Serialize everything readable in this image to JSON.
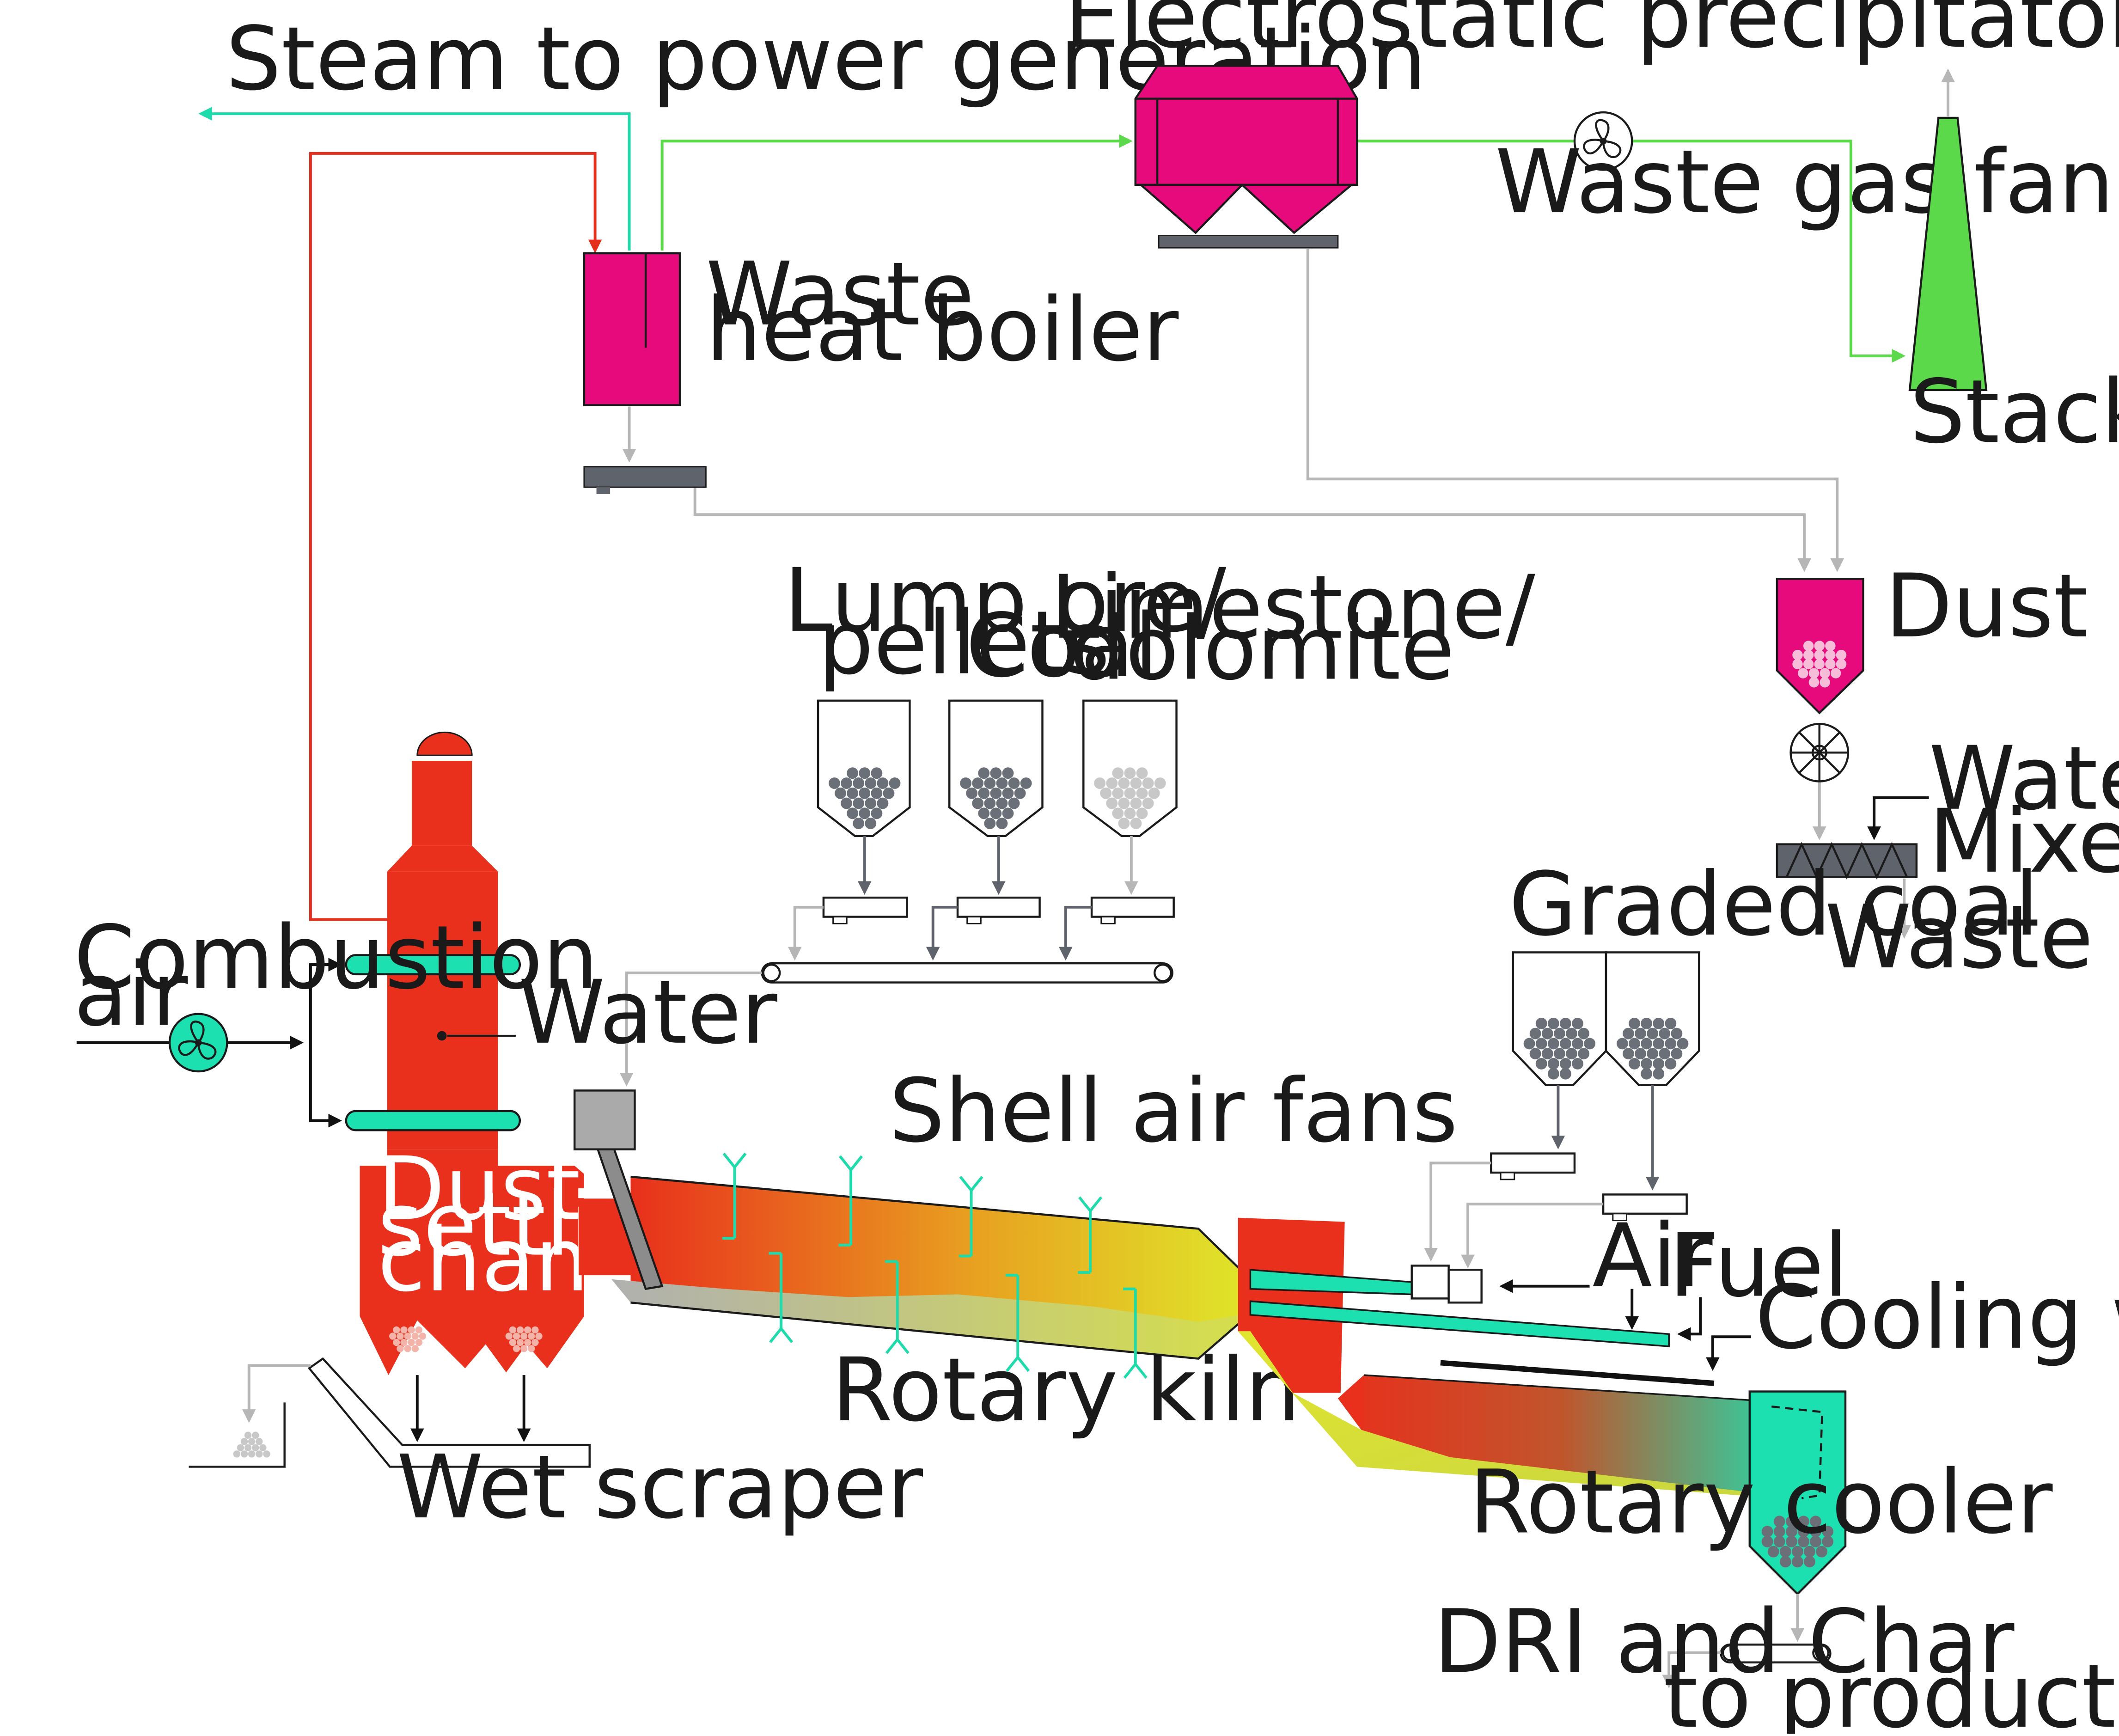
{
  "labels": {
    "steam": "Steam to power generation",
    "esp": "Electrostatic precipitator",
    "waste_gas_fan": "Waste gas fan",
    "stack": "Stack",
    "whb_1": "Waste",
    "whb_2": "heat boiler",
    "dust": "Dust",
    "water_mixer": "Water",
    "mixer": "Mixer",
    "waste_dust": "Waste dust",
    "lump_1": "Lump ore/",
    "lump_2": "pellets",
    "coal": "Coal",
    "lime_1": "Limestone/",
    "lime_2": "dolomite",
    "graded_coal": "Graded coal",
    "combustion_1": "Combustion",
    "combustion_2": "air",
    "water_tower": "Water",
    "dsc_1": "Dust",
    "dsc_2": "settling",
    "dsc_3": "chamber",
    "shell_air_fans": "Shell air fans",
    "air": "Air",
    "fuel": "Fuel",
    "cooling_water": "Cooling water",
    "rotary_kiln": "Rotary kiln",
    "wet_scraper": "Wet scraper",
    "rotary_cooler": "Rotary cooler",
    "dri_char": "DRI and Char",
    "product_sep": "to product separation"
  },
  "colors": {
    "red_line": "#e5301e",
    "teal_line": "#1ddbaa",
    "green_line": "#5bd94a",
    "gray_line": "#b6b6b6",
    "dark_line": "#5f636b",
    "magenta": "#e60a7d",
    "stack_green": "#5bd94a",
    "tower_red": "#e8301c",
    "teal_fill": "#1ce0b0",
    "belt_gray": "#5f636b"
  }
}
